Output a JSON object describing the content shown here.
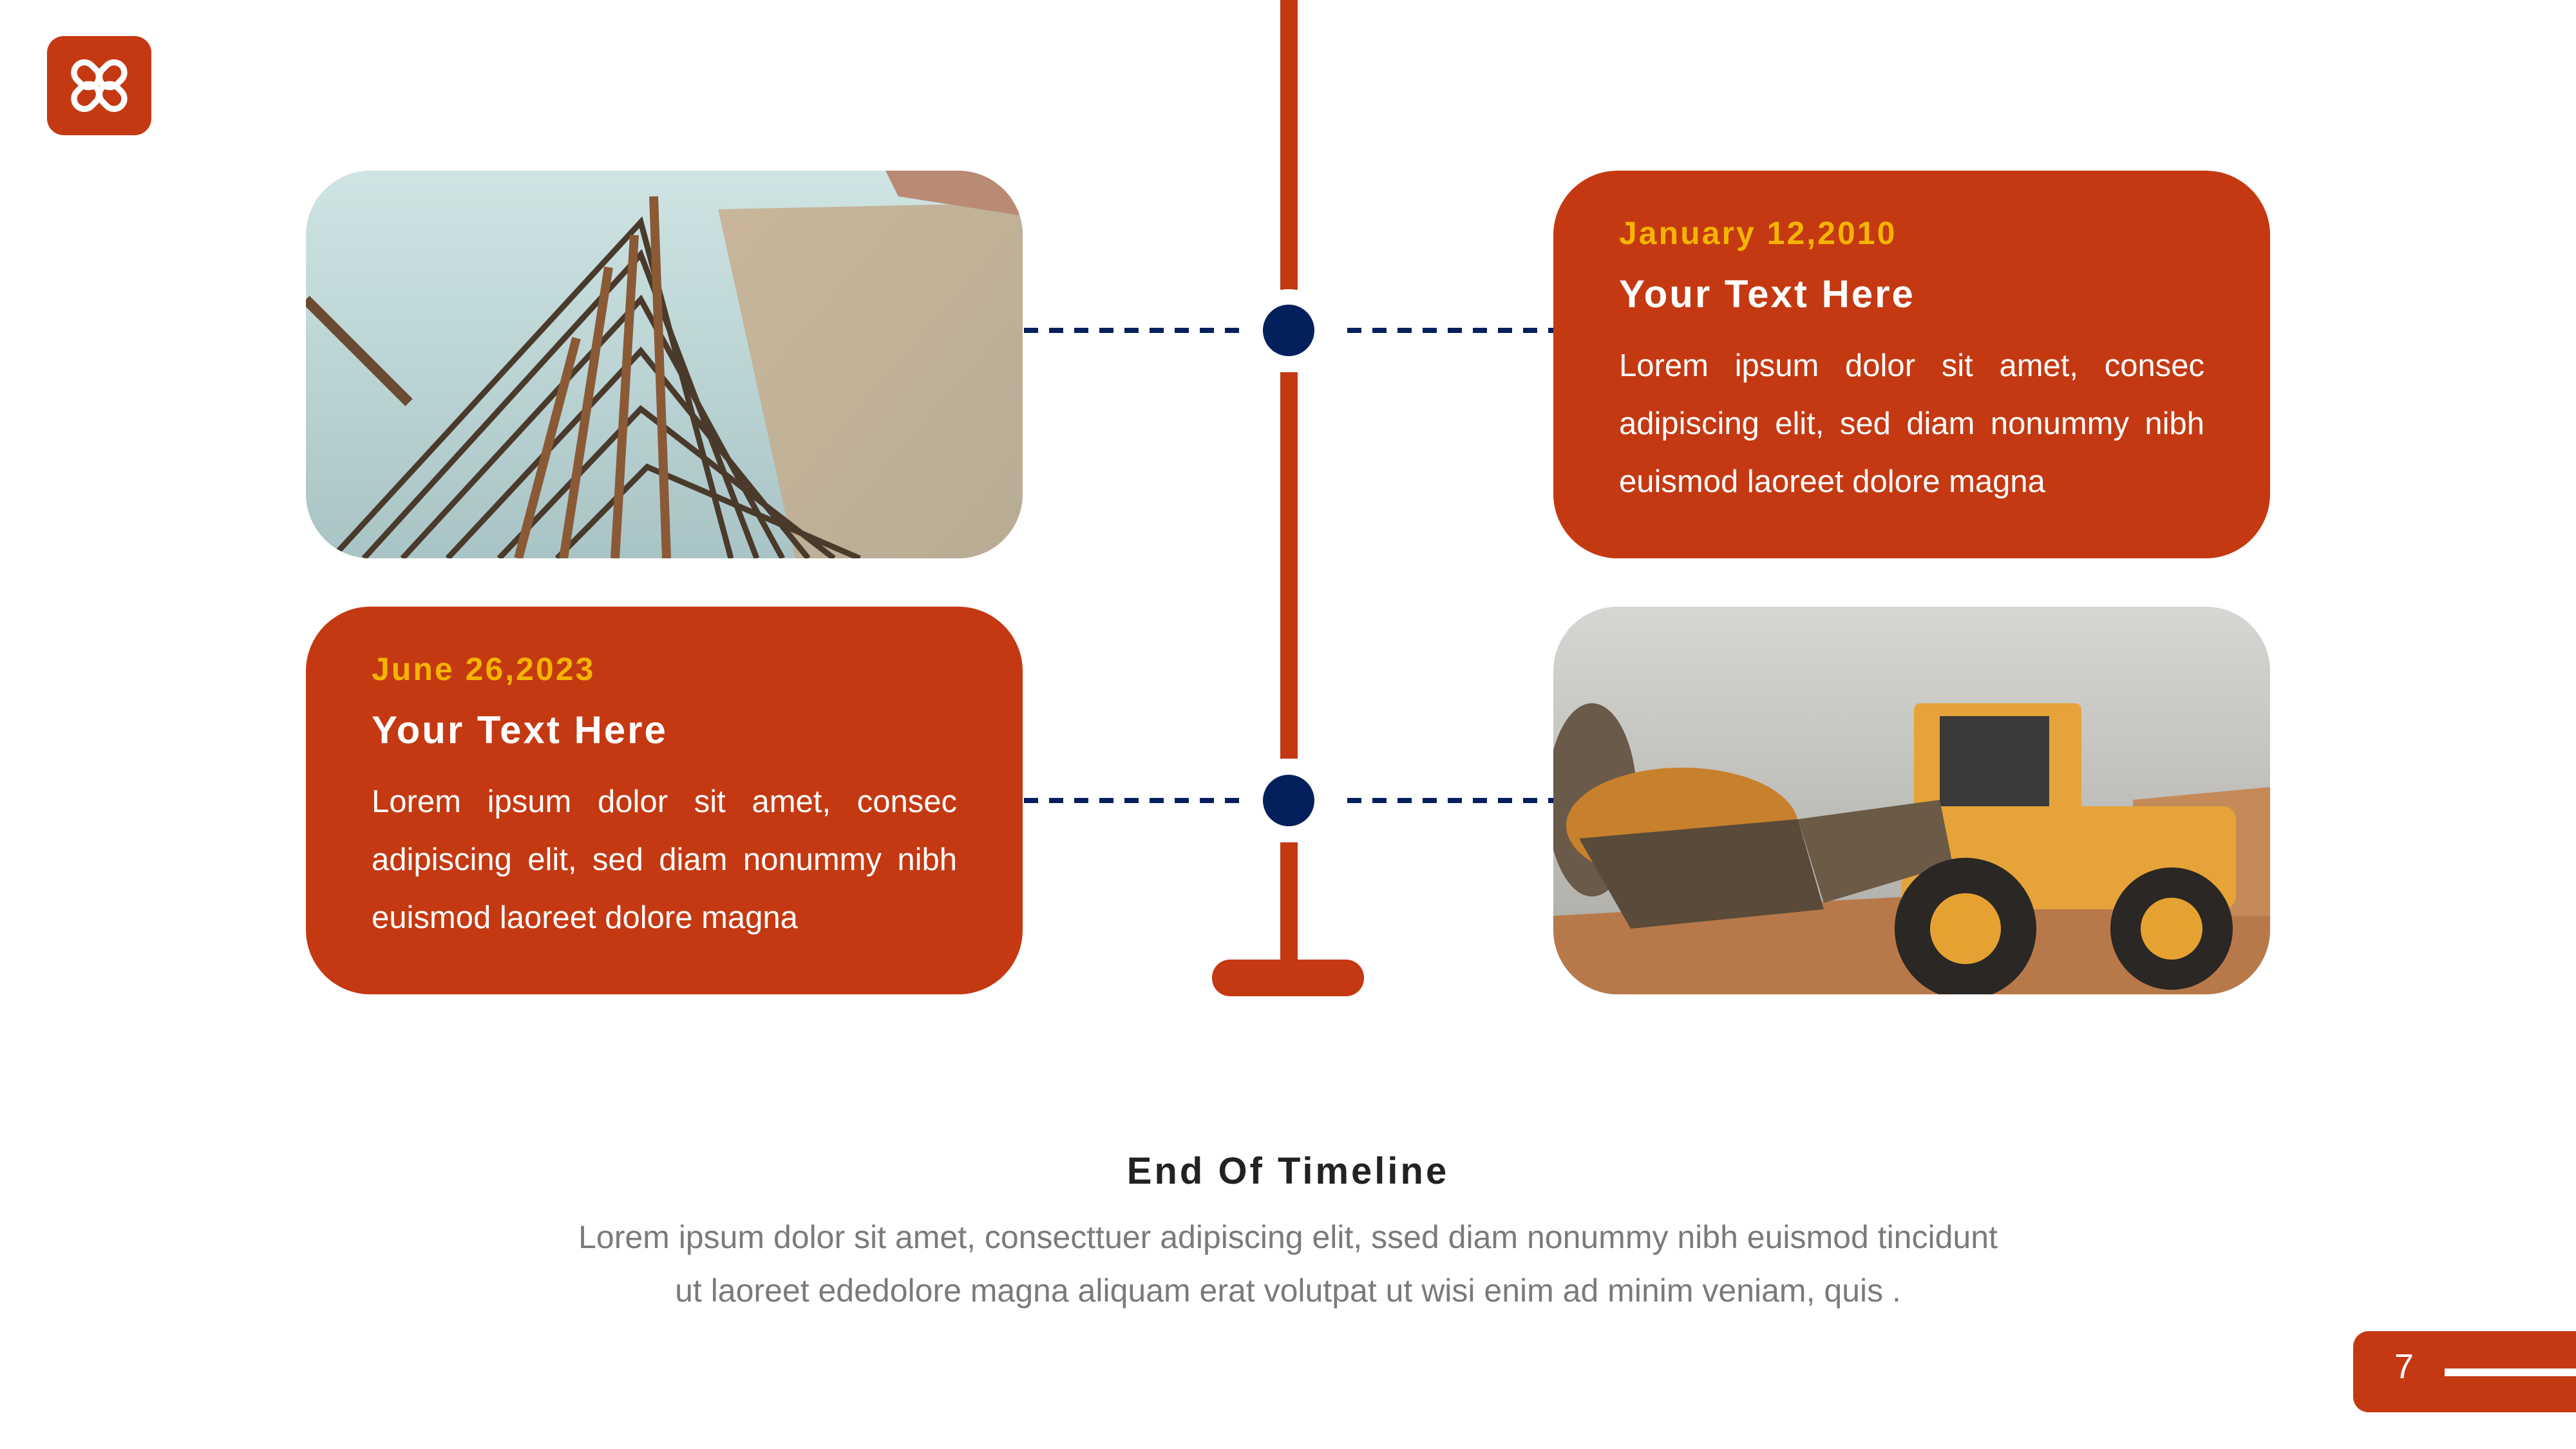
{
  "slide": {
    "page_number": "7",
    "colors": {
      "brand": "#c43912",
      "accent_date": "#f5b400",
      "timeline_dot": "#03205c",
      "title_text": "#222222",
      "body_text": "#7a7a7a"
    }
  },
  "logo": {
    "icon": "four-petal-knot-logo-icon"
  },
  "timeline": {
    "items": [
      {
        "date": "January 12,2010",
        "title": "Your Text Here",
        "body": "Lorem ipsum dolor sit amet, consec adipiscing elit, sed diam nonummy nibh euismod laoreet dolore magna",
        "image": "rebar-steel-construction-photo"
      },
      {
        "date": "June 26,2023",
        "title": "Your Text Here",
        "body": "Lorem ipsum dolor sit amet, consec adipiscing elit, sed diam nonummy nibh euismod laoreet dolore magna",
        "image": "wheel-loader-excavator-photo"
      }
    ]
  },
  "footer": {
    "title": "End Of Timeline",
    "body_line1": "Lorem ipsum dolor sit amet, consecttuer adipiscing elit, ssed diam nonummy nibh euismod tincidunt",
    "body_line2": "ut laoreet ededolore magna aliquam erat volutpat ut wisi enim ad minim veniam, quis ."
  }
}
